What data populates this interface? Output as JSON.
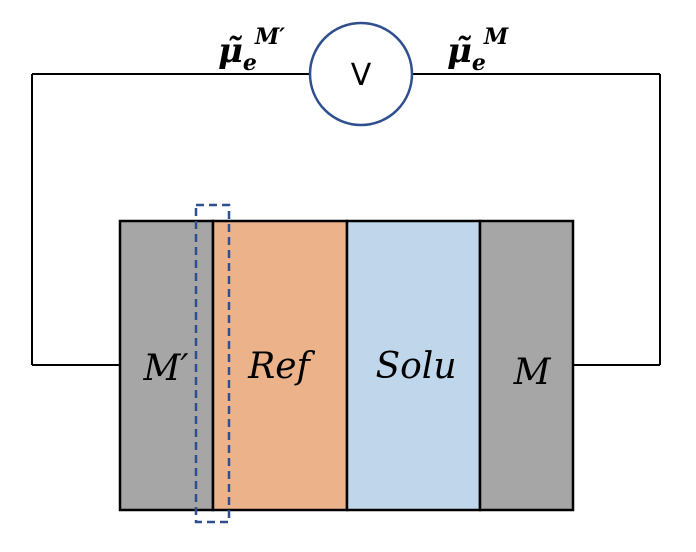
{
  "voltmeter": {
    "label": "V",
    "stroke_color": "#2F4F8F"
  },
  "potentials": {
    "left": {
      "base": "μ̃",
      "sub": "e",
      "sup": "M′"
    },
    "right": {
      "base": "μ̃",
      "sub": "e",
      "sup": "M"
    }
  },
  "cell": {
    "compartments": [
      {
        "label": "M′",
        "color": "#A6A6A6"
      },
      {
        "label": "Ref",
        "color": "#ECB38A"
      },
      {
        "label": "Solu",
        "color": "#BFD6EB"
      },
      {
        "label": "M",
        "color": "#A6A6A6"
      }
    ],
    "interface_box_color": "#2F4F8F"
  }
}
